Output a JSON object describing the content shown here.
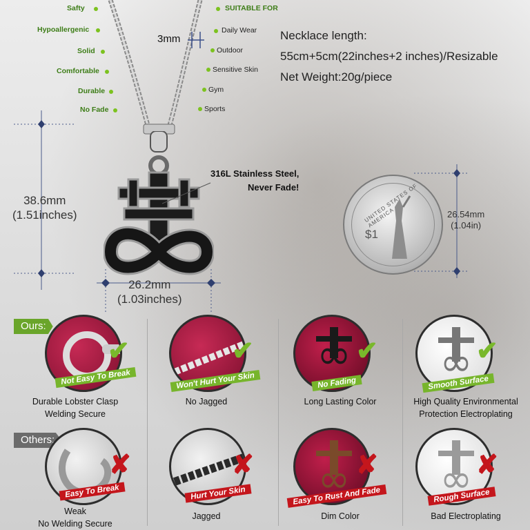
{
  "features": [
    "Safty",
    "Hypoallergenic",
    "Solid",
    "Comfortable",
    "Durable",
    "No Fade"
  ],
  "suitable": {
    "title": "SUITABLE FOR",
    "items": [
      "Daily Wear",
      "Outdoor",
      "Sensitive Skin",
      "Gym",
      "Sports"
    ]
  },
  "chain_width": "3mm",
  "specs": {
    "line1": "Necklace length:",
    "line2": "55cm+5cm(22inches+2 inches)/Resizable",
    "line3": "Net Weight:20g/piece"
  },
  "pendant": {
    "height_mm": "38.6mm",
    "height_in": "(1.51inches)",
    "width_mm": "26.2mm",
    "width_in": "(1.03inches)"
  },
  "material": {
    "line1": "316L Stainless Steel,",
    "line2": "Never Fade!"
  },
  "coin": {
    "size_mm": "26.54mm",
    "size_in": "(1.04in)",
    "rim_text": "UNITED STATES OF AMERICA",
    "value": "$1"
  },
  "comparison": {
    "ours_label": "Ours:",
    "others_label": "Others:",
    "ours": [
      {
        "ribbon": "Not Easy To Break",
        "caption1": "Durable Lobster Clasp",
        "caption2": "Welding Secure"
      },
      {
        "ribbon": "Won't Hurt Your Skin",
        "caption1": "No Jagged",
        "caption2": ""
      },
      {
        "ribbon": "No Fading",
        "caption1": "Long Lasting Color",
        "caption2": ""
      },
      {
        "ribbon": "Smooth Surface",
        "caption1": "High Quality Environmental",
        "caption2": "Protection Electroplating"
      }
    ],
    "others": [
      {
        "ribbon": "Easy To Break",
        "caption1": "Weak",
        "caption2": "No Welding Secure"
      },
      {
        "ribbon": "Hurt Your Skin",
        "caption1": "Jagged",
        "caption2": ""
      },
      {
        "ribbon": "Easy To Rust And Fade",
        "caption1": "Dim Color",
        "caption2": ""
      },
      {
        "ribbon": "Rough Surface",
        "caption1": "Bad Electroplating",
        "caption2": ""
      }
    ]
  },
  "colors": {
    "accent_green": "#7cc21f",
    "bad_red": "#c4161c",
    "thumb_red": "#c72a55"
  }
}
